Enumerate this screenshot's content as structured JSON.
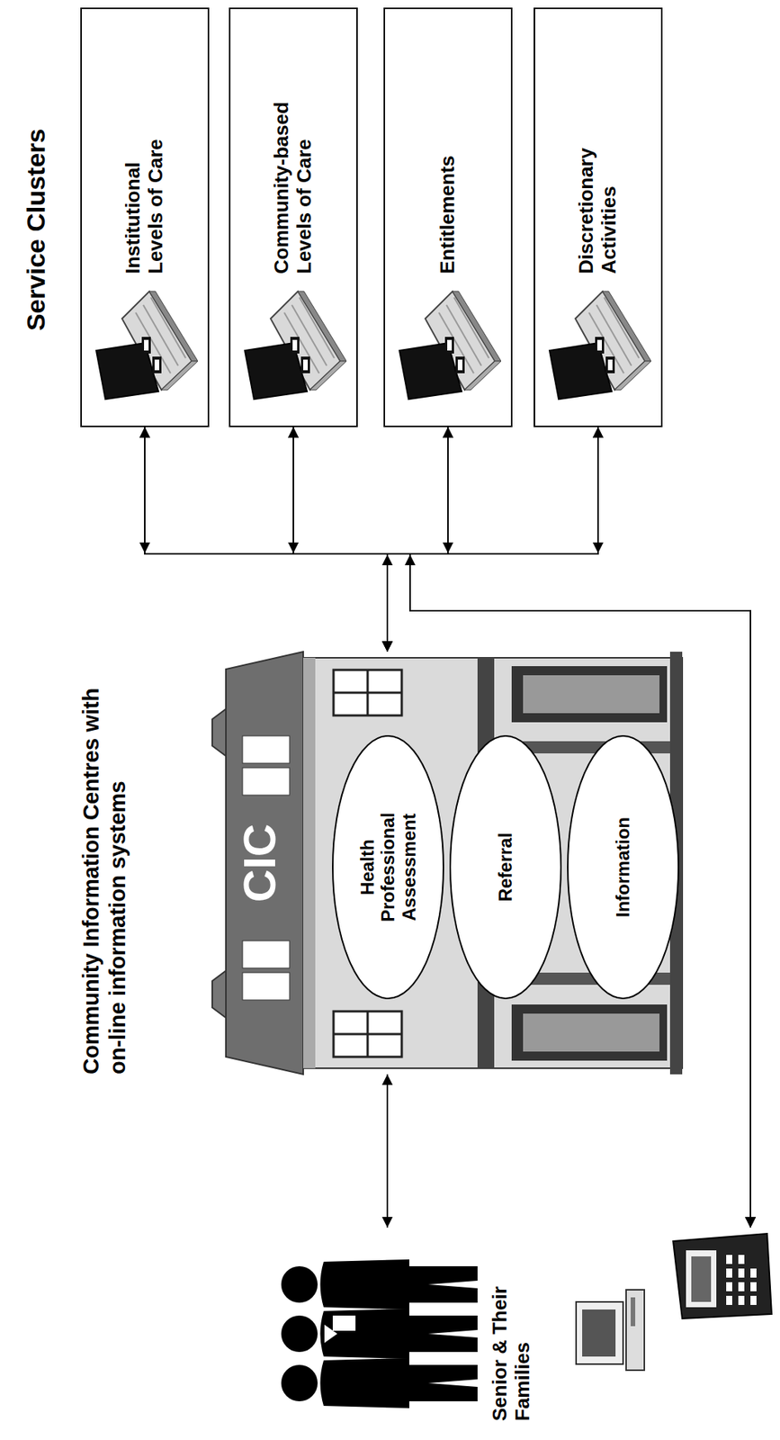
{
  "diagram": {
    "nodes": [
      {
        "text": [
          "Institutional Levels of Care"
        ]
      },
      {
        "text": [
          "Community-based Levels of Care"
        ]
      },
      {
        "text": [
          "Entitlements"
        ]
      },
      {
        "text": [
          "Discretionary Activities"
        ]
      },
      {
        "text": [
          "Community Information Centres with on-line information systems",
          "CIC"
        ]
      },
      {
        "text": [
          "Health Professional Assessment"
        ],
        "in": 4
      },
      {
        "text": [
          "Referral"
        ],
        "in": 4
      },
      {
        "text": [
          "Information"
        ],
        "in": 4
      },
      {
        "text": [
          "Senior & Their Families"
        ]
      }
    ],
    "edges": [
      {
        "from": 8,
        "to": 4,
        "arrow": "both"
      },
      {
        "from": 4,
        "to": 0,
        "arrow": "both"
      },
      {
        "from": 4,
        "to": 1,
        "arrow": "both"
      },
      {
        "from": 4,
        "to": 2,
        "arrow": "both"
      },
      {
        "from": 4,
        "to": 3,
        "arrow": "both"
      },
      {
        "from": 8,
        "to": 0,
        "arrow": "both"
      },
      {
        "from": 8,
        "to": 1,
        "arrow": "both"
      },
      {
        "from": 8,
        "to": 2,
        "arrow": "both"
      },
      {
        "from": 8,
        "to": 3,
        "arrow": "both"
      }
    ],
    "labels": [
      "Service Clusters"
    ]
  }
}
